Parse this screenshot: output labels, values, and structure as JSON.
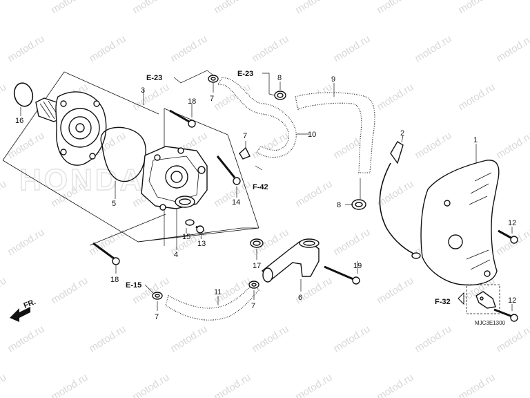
{
  "watermark": "motod.ru",
  "brand_watermark": "HONDA",
  "diagram_code": "MJC3E1300",
  "front_marker": "FR.",
  "ref_labels": {
    "e23_left": "E-23",
    "e23_right": "E-23",
    "f42": "F-42",
    "e15": "E-15",
    "f32": "F-32"
  },
  "part_labels": {
    "p1": "1",
    "p2": "2",
    "p3": "3",
    "p4": "4",
    "p5": "5",
    "p6": "6",
    "p7a": "7",
    "p7b": "7",
    "p7c": "7",
    "p7d": "7",
    "p8a": "8",
    "p8b": "8",
    "p9": "9",
    "p10": "10",
    "p11": "11",
    "p12a": "12",
    "p12b": "12",
    "p13": "13",
    "p14": "14",
    "p15": "15",
    "p16": "16",
    "p17": "17",
    "p18a": "18",
    "p18b": "18",
    "p19": "19"
  }
}
